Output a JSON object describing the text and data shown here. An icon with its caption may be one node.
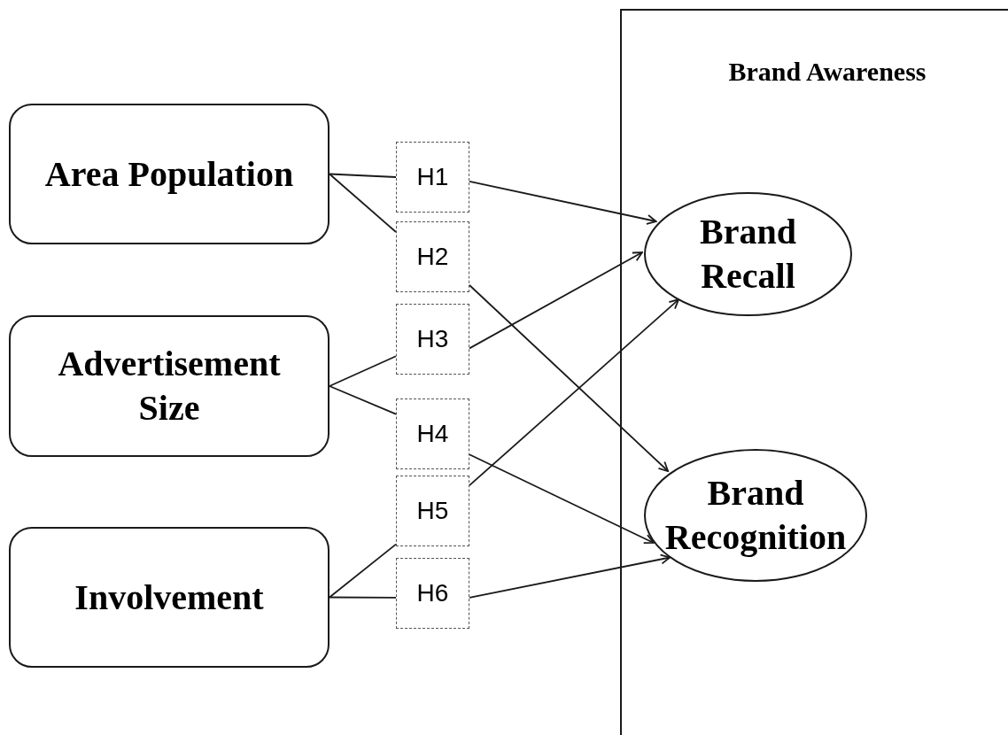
{
  "diagram": {
    "nodes": [
      {
        "text": [
          "Brand Awareness"
        ]
      },
      {
        "text": [
          "Area Population"
        ]
      },
      {
        "text": [
          "Advertisement Size"
        ]
      },
      {
        "text": [
          "Involvement"
        ]
      },
      {
        "text": [
          "H1"
        ]
      },
      {
        "text": [
          "H2"
        ]
      },
      {
        "text": [
          "H3"
        ]
      },
      {
        "text": [
          "H4"
        ]
      },
      {
        "text": [
          "H5"
        ]
      },
      {
        "text": [
          "H6"
        ]
      },
      {
        "text": [
          "Brand Recall"
        ],
        "in": 0
      },
      {
        "text": [
          "Brand Recognition"
        ],
        "in": 0
      }
    ],
    "edges": [
      {
        "from": 1,
        "to": 4,
        "arrow": "none"
      },
      {
        "from": 4,
        "to": 10,
        "arrow": "to"
      },
      {
        "from": 1,
        "to": 5,
        "arrow": "none"
      },
      {
        "from": 5,
        "to": 11,
        "arrow": "to"
      },
      {
        "from": 2,
        "to": 6,
        "arrow": "none"
      },
      {
        "from": 6,
        "to": 10,
        "arrow": "to"
      },
      {
        "from": 2,
        "to": 7,
        "arrow": "none"
      },
      {
        "from": 7,
        "to": 11,
        "arrow": "to"
      },
      {
        "from": 3,
        "to": 8,
        "arrow": "none"
      },
      {
        "from": 8,
        "to": 10,
        "arrow": "to"
      },
      {
        "from": 3,
        "to": 9,
        "arrow": "none"
      },
      {
        "from": 9,
        "to": 11,
        "arrow": "to"
      }
    ]
  }
}
